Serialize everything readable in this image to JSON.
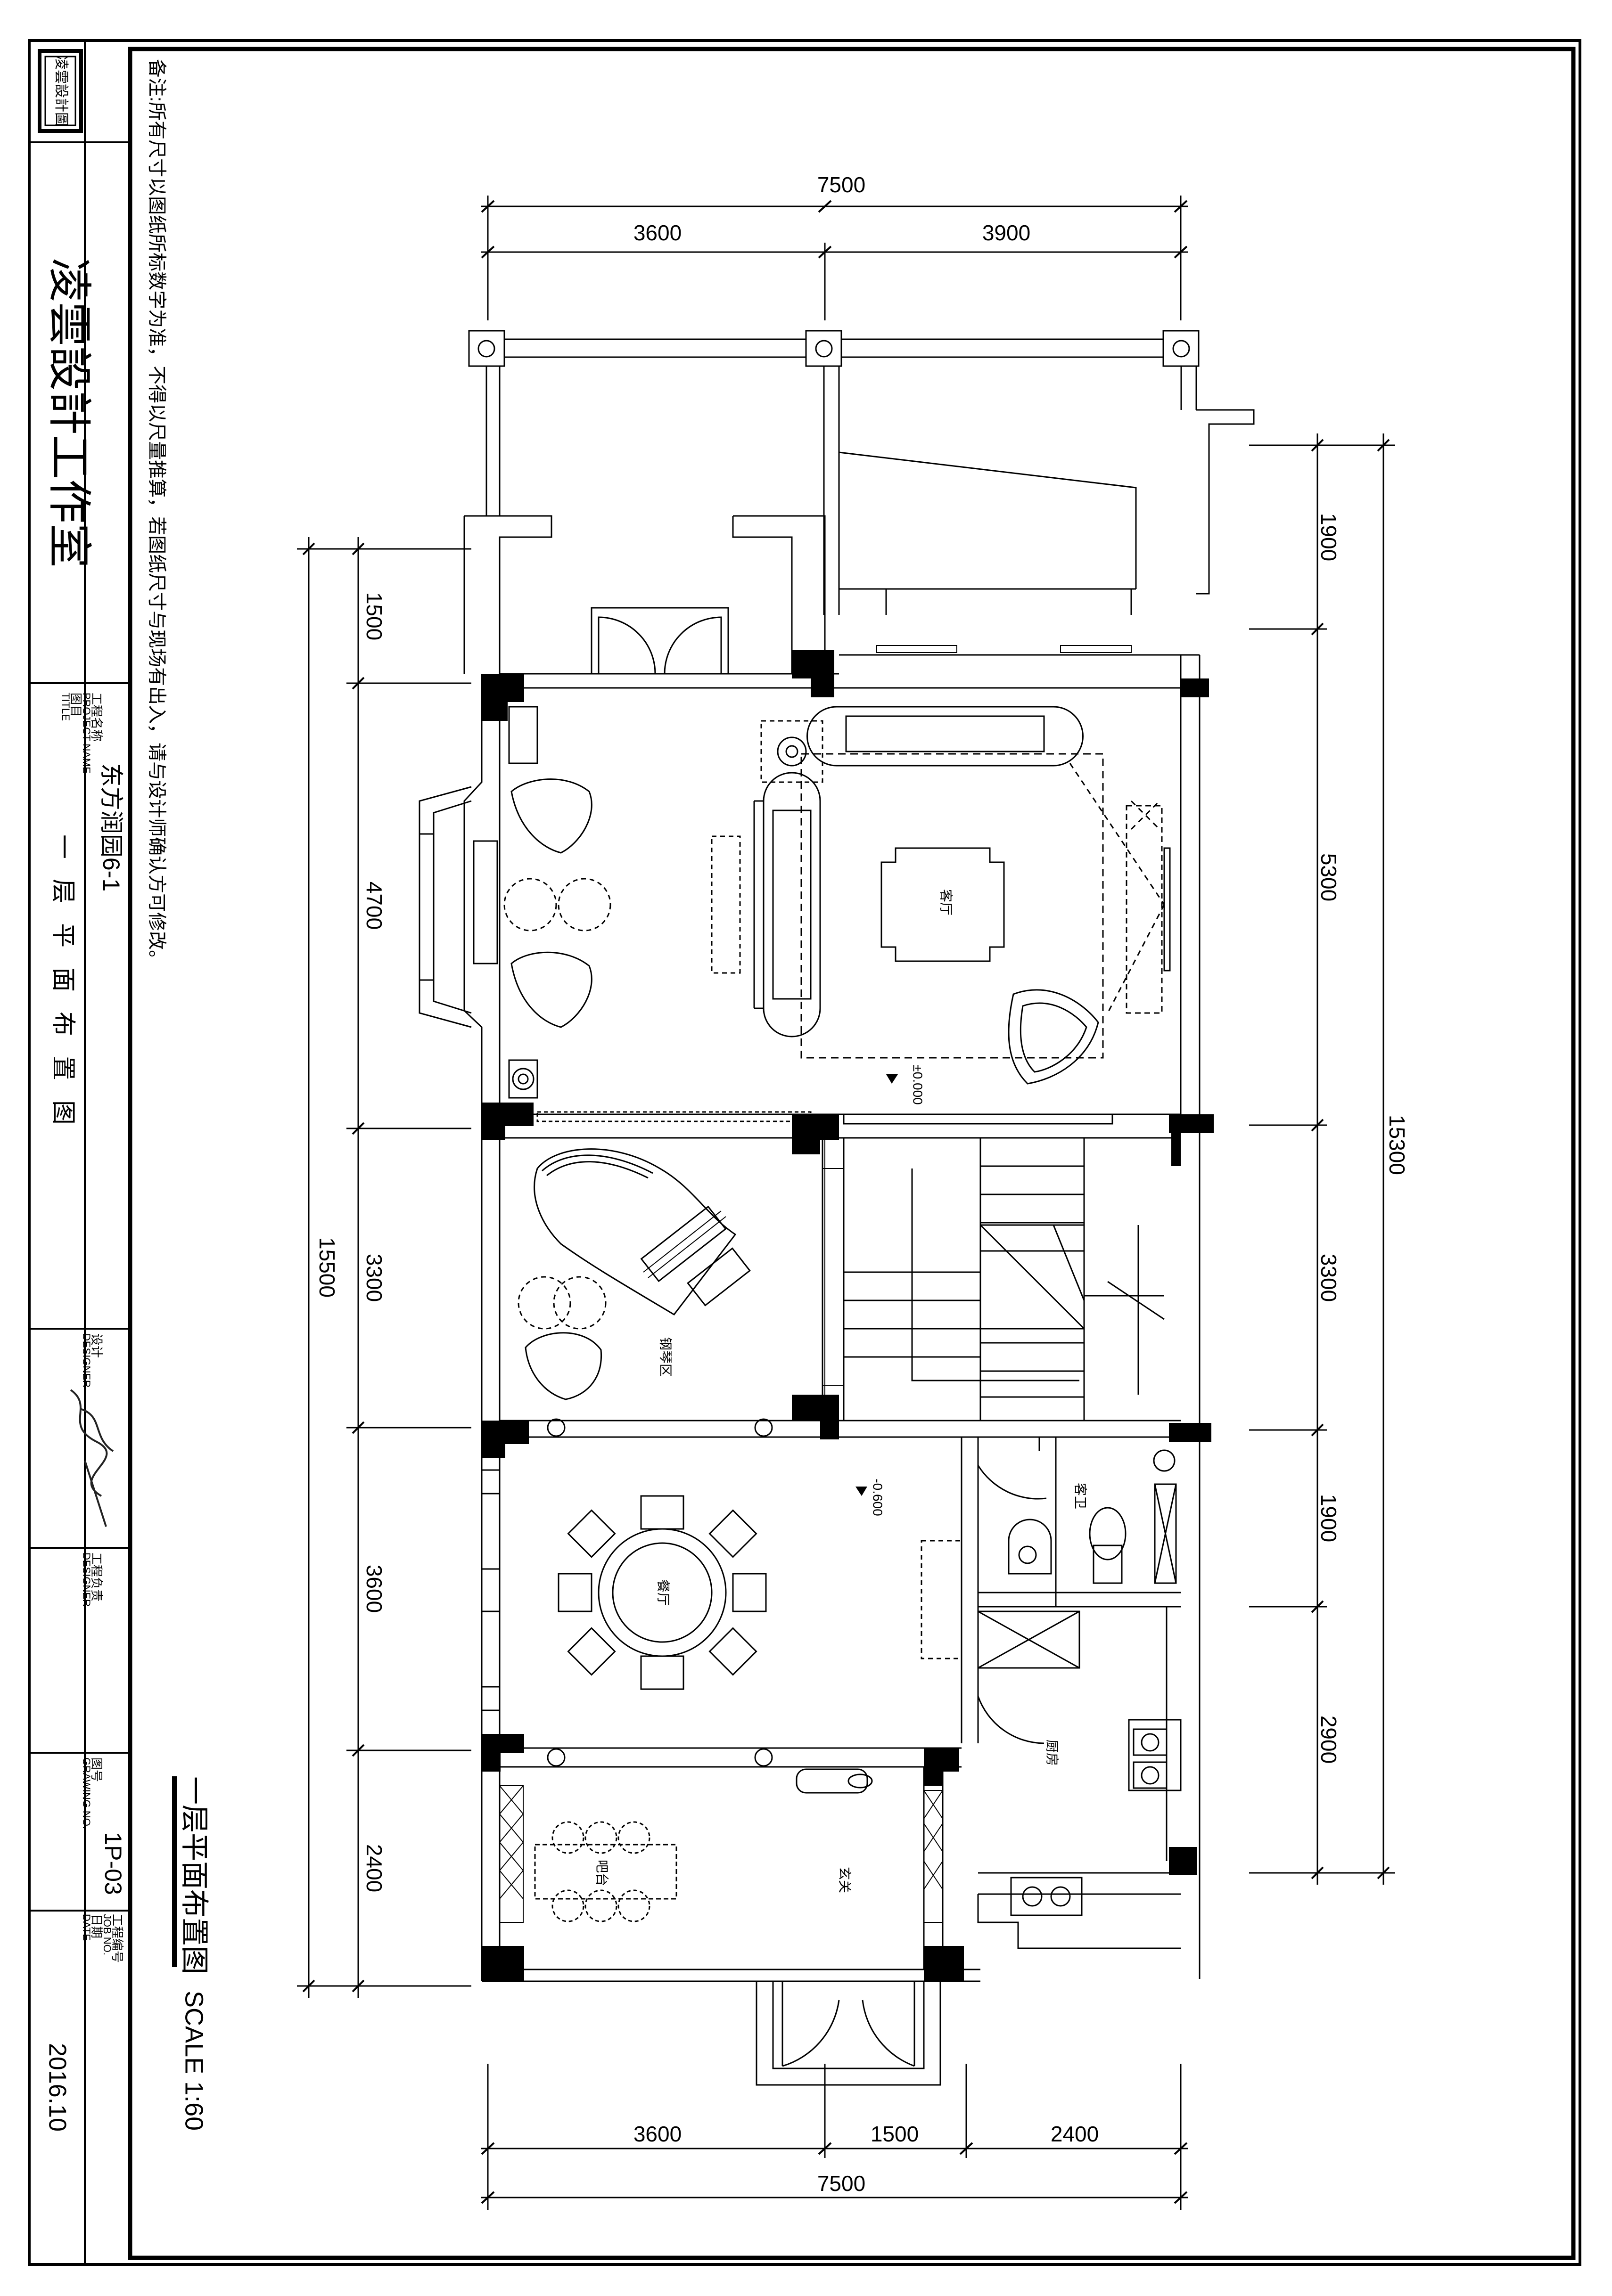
{
  "title_block": {
    "company": "凌雲設計工作室",
    "seal_text": "凌雲設計圖",
    "note": "备注:所有尺寸以图纸所标数字为准，不得以尺量推算，若图纸尺寸与现场有出入，请与设计师确认方可修改。",
    "project_name_label_cn": "工程名称",
    "project_name_label_en": "PROJECT NAME",
    "project_name": "东方润园6-1",
    "title_label_cn": "图目",
    "title_label_en": "TITLE",
    "title": "一层平面布置图",
    "designer_label_cn": "设计",
    "designer_label_en": "DESIGNER",
    "responsible_label_cn": "工程负责",
    "responsible_label_en": "DESIGNER",
    "drawing_no_label_cn": "图号",
    "drawing_no_label_en": "GRAWING NO.",
    "drawing_no": "1P-03",
    "job_no_label_cn": "工程编号",
    "job_no_label_en": "JOB NO.",
    "date_label_cn": "日期",
    "date_label_en": "DATE",
    "date": "2016.10"
  },
  "plan": {
    "caption_cn": "一层平面布置图",
    "caption_scale": "SCALE 1:60",
    "dims_top_total": "7500",
    "dims_top": [
      "3600",
      "3900"
    ],
    "dims_bottom": [
      "3600",
      "1500",
      "2400"
    ],
    "dims_bottom_total": "7500",
    "dims_left": [
      "1500",
      "4700",
      "3300",
      "3600",
      "2400"
    ],
    "dims_left_total": "15500",
    "dims_right": [
      "1900",
      "5300",
      "3300",
      "1900",
      "2900"
    ],
    "dims_right_total": "15300",
    "rooms": {
      "living": "客厅",
      "piano": "钢琴区",
      "dining": "餐厅",
      "guest_wc": "客卫",
      "kitchen": "厨房",
      "entry": "玄关",
      "bar": "吧台"
    },
    "levels": [
      "±0.000",
      "-0.600"
    ]
  }
}
